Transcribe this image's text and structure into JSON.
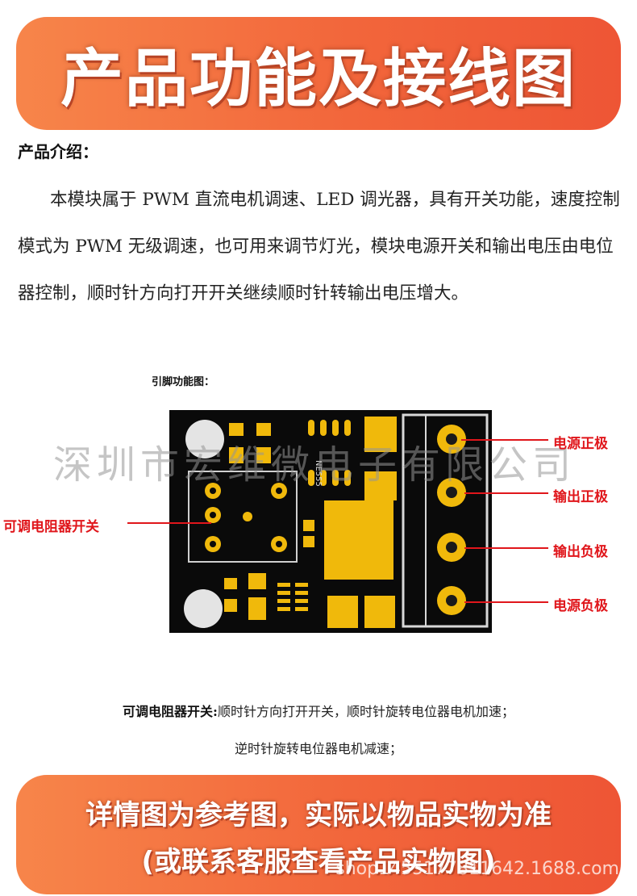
{
  "banner_top": {
    "title": "产品功能及接线图"
  },
  "intro": {
    "heading": "产品介绍：",
    "body": "本模块属于 PWM 直流电机调速、LED 调光器，具有开关功能，速度控制模式为 PWM 无级调速，也可用来调节灯光，模块电源开关和输出电压由电位器控制，顺时针方向打开开关继续顺时针转输出电压增大。"
  },
  "pinout": {
    "caption": "引脚功能图：",
    "chip_marking": "NE555",
    "left_label": "可调电阻器开关",
    "right_labels": [
      "电源正极",
      "输出正极",
      "输出负极",
      "电源负极"
    ]
  },
  "watermark": "深圳市宏维微电子有限公司",
  "notes": {
    "label": "可调电阻器开关:",
    "line1": "顺时针方向打开开关，顺时针旋转电位器电机加速；",
    "line2": "逆时针旋转电位器电机减速；"
  },
  "banner_bottom": {
    "line1": "详情图为参考图，实际以物品实物为准",
    "line2": "(或联系客服查看产品实物图)"
  },
  "shop_watermark": "shop1455177811642.1688.com",
  "colors": {
    "banner": "#f2663b",
    "label_red": "#e0161b",
    "pcb": "#0a0a0a",
    "pad": "#f0b90b"
  }
}
